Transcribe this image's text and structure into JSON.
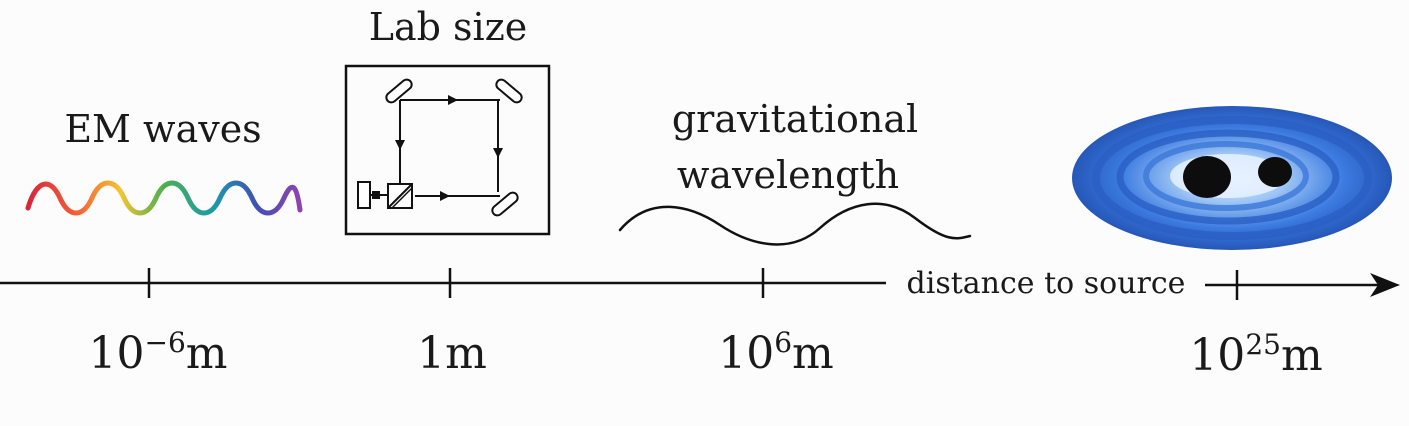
{
  "labels": {
    "em_waves": "EM waves",
    "lab_size": "Lab size",
    "grav_line1": "gravitational",
    "grav_line2": "wavelength",
    "axis_label": "distance to source"
  },
  "ticks": [
    {
      "base": "10",
      "exp": "−6",
      "unit": "m"
    },
    {
      "base": "1",
      "exp": "",
      "unit": "m"
    },
    {
      "base": "10",
      "exp": "6",
      "unit": "m"
    },
    {
      "base": "10",
      "exp": "25",
      "unit": "m"
    }
  ],
  "colors": {
    "axis": "#111111",
    "rainbow": [
      "#d7263d",
      "#f46036",
      "#f4c430",
      "#4caf50",
      "#1b9aaa",
      "#3f51b5",
      "#8e44ad"
    ],
    "source_blue": "#2f6fd6"
  },
  "icons": {
    "interferometer": "michelson-interferometer-icon",
    "source": "binary-black-hole-icon"
  }
}
